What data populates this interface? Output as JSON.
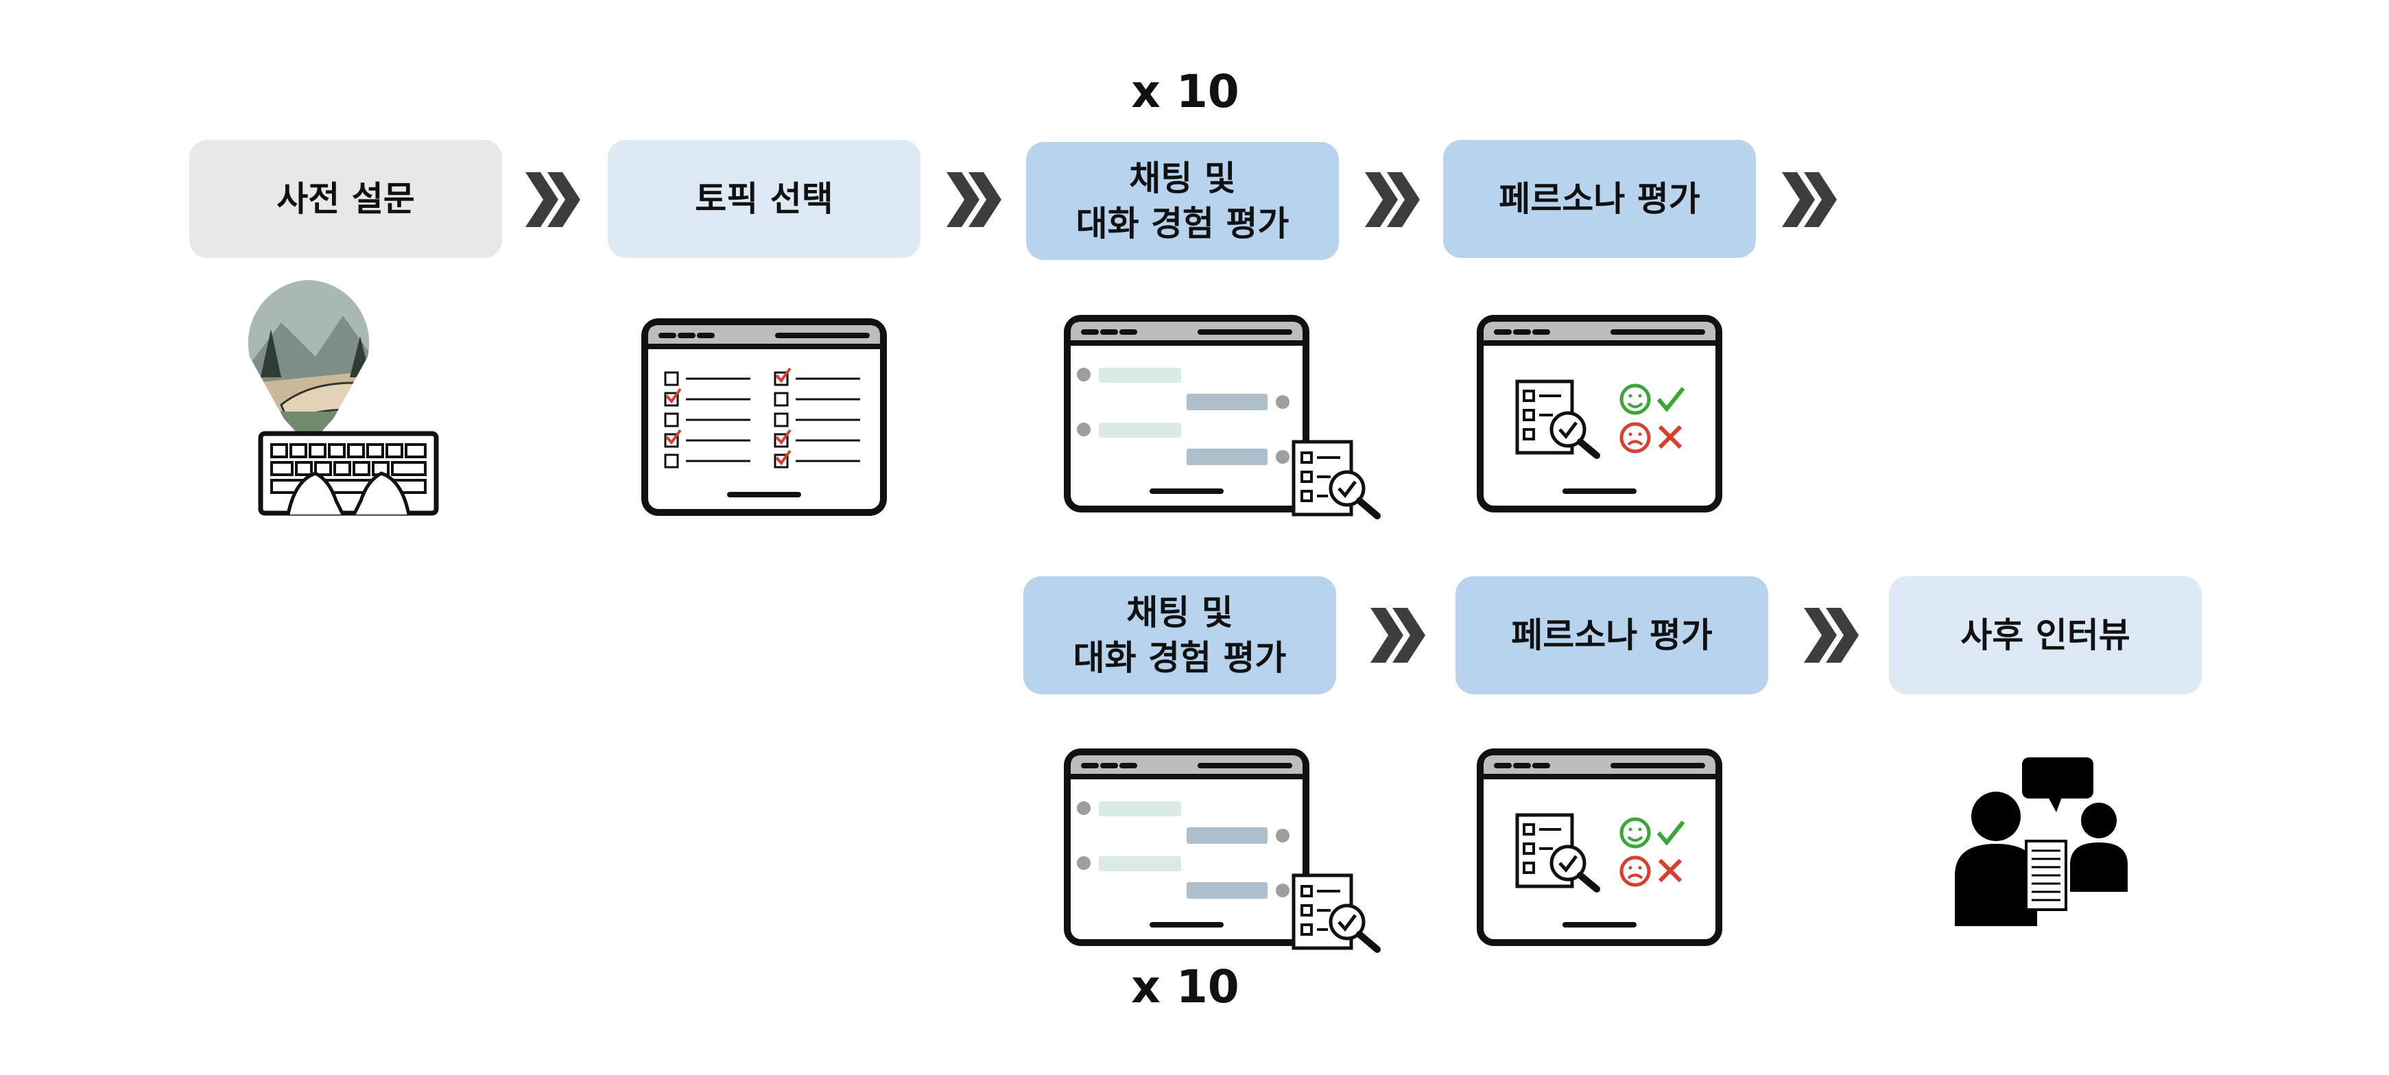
{
  "top_row": {
    "steps": [
      {
        "label": "사전 설문"
      },
      {
        "label": "토픽 선택"
      },
      {
        "label_line1": "채팅 및",
        "label_line2": "대화 경험 평가"
      },
      {
        "label": "페르소나 평가"
      }
    ],
    "repeat_label": "x 10"
  },
  "bottom_row": {
    "steps": [
      {
        "label_line1": "채팅 및",
        "label_line2": "대화 경험 평가"
      },
      {
        "label": "페르소나 평가"
      },
      {
        "label": "사후 인터뷰"
      }
    ],
    "repeat_label": "x 10"
  },
  "icons": {
    "survey": "landscape-keyboard-icon",
    "topic": "checklist-window-icon",
    "chat": "chat-window-icon",
    "persona": "evaluation-window-icon",
    "interview": "interview-people-icon"
  },
  "colors": {
    "gray_box": "#e8e8e8",
    "light_box": "#ddeaf6",
    "mid_box": "#b7d3ee",
    "arrow": "#3d3d3d",
    "check_red": "#d9402b",
    "check_green": "#3aa636"
  }
}
